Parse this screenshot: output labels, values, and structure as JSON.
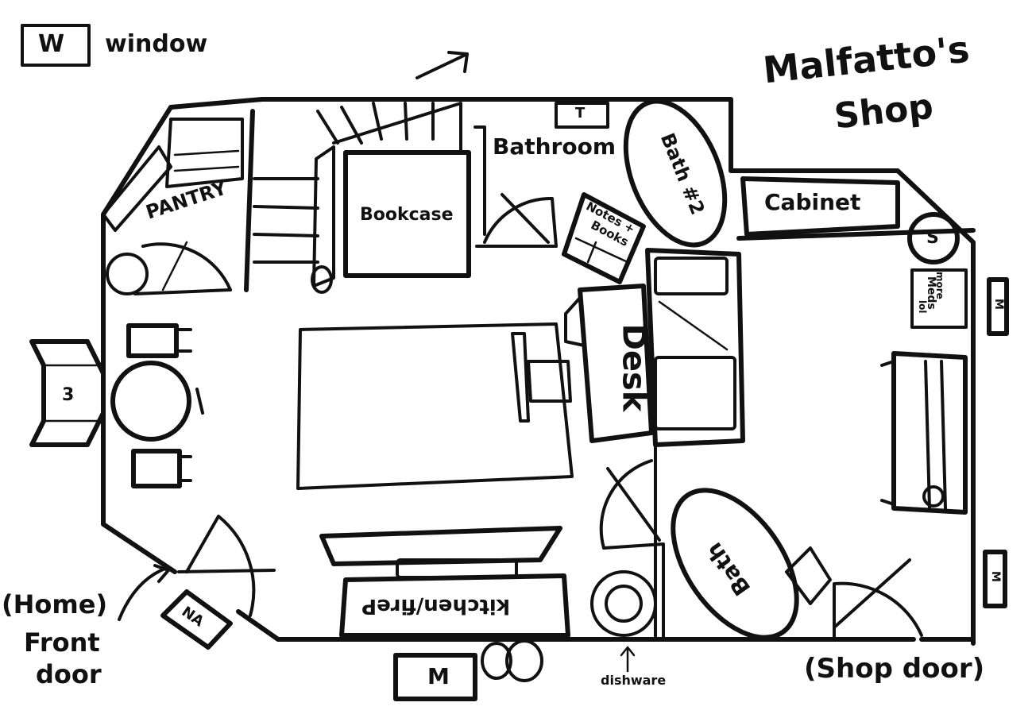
{
  "title": [
    "Malfatto's",
    "Shop"
  ],
  "legend": {
    "symbol": "W",
    "text": "window"
  },
  "rooms": {
    "pantry": "PANTRY",
    "bathroom": "Bathroom",
    "bath2": "Bath #2",
    "bath": "Bath",
    "bookcase": "Bookcase",
    "cabinet": "Cabinet",
    "desk": "Desk",
    "kitchen": "kitchen/fireP",
    "notes": [
      "Notes +",
      "Books"
    ],
    "more_meds": [
      "more",
      "Meds",
      "lol"
    ]
  },
  "markers": {
    "toilet": "T",
    "chair3": "3",
    "s_circle": "S",
    "na": "NA",
    "m_box": "M",
    "m_right": "M"
  },
  "doors": {
    "home": "(Home)",
    "front": [
      "Front",
      "door"
    ],
    "shop": "(Shop door)",
    "dishware": "dishware"
  },
  "colors": {
    "ink": "#111111",
    "paper": "#ffffff"
  }
}
